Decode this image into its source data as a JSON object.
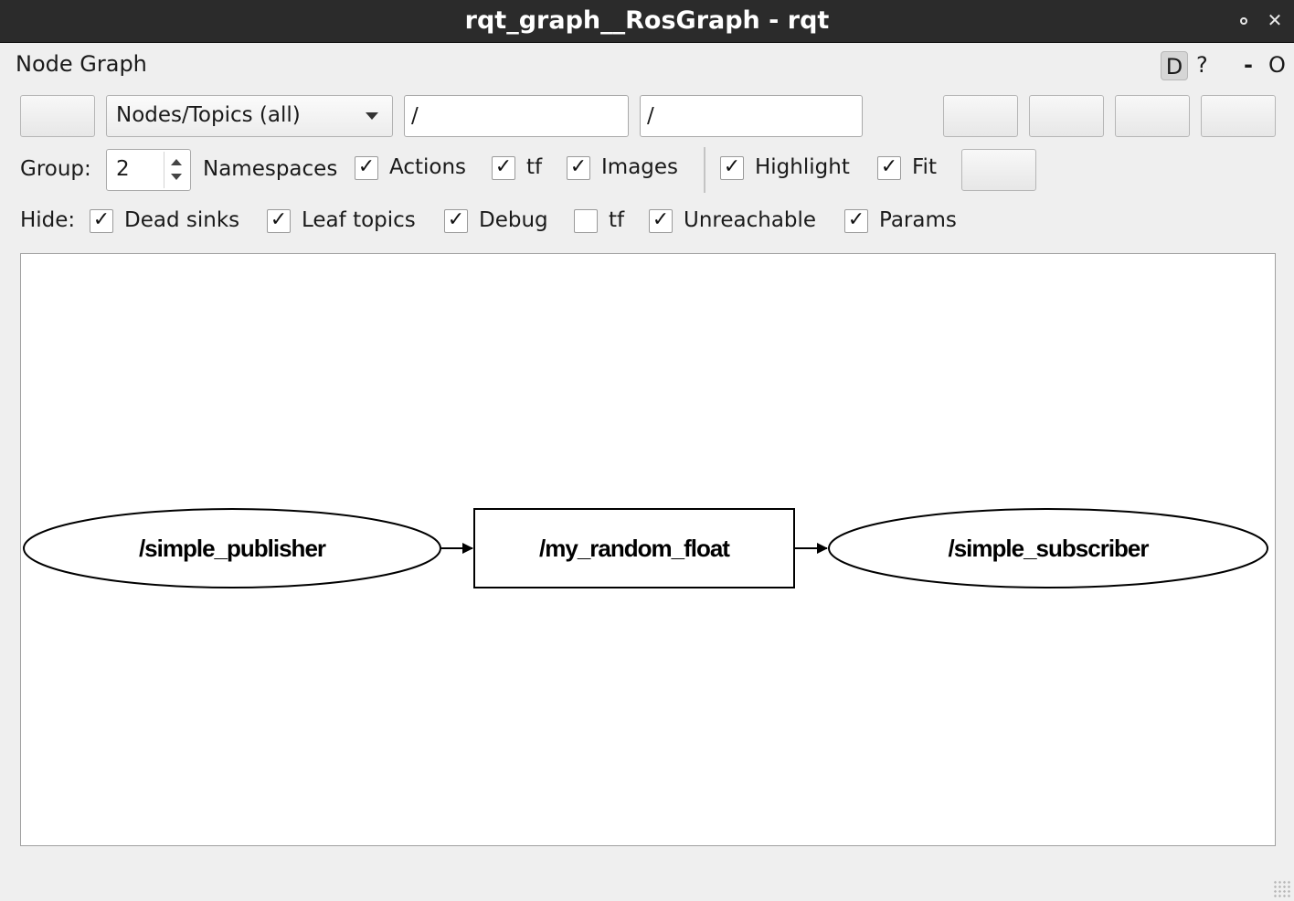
{
  "window": {
    "title": "rqt_graph__RosGraph - rqt"
  },
  "plugin": {
    "title": "Node Graph",
    "d_label": "D",
    "help_label": "?",
    "minimize_label": "-",
    "close_label": "O"
  },
  "toolbar": {
    "mode_value": "Nodes/Topics (all)",
    "filter_node": "/",
    "filter_topic": "/"
  },
  "options": {
    "group_label": "Group:",
    "group_value": "2",
    "namespaces_label": "Namespaces",
    "actions_label": "Actions",
    "tf_label": "tf",
    "images_label": "Images",
    "highlight_label": "Highlight",
    "fit_label": "Fit",
    "check_mark": "✓",
    "actions_checked": true,
    "tf_checked": true,
    "images_checked": true,
    "highlight_checked": true,
    "fit_checked": true
  },
  "hide": {
    "hide_label": "Hide:",
    "dead_sinks_label": "Dead sinks",
    "leaf_topics_label": "Leaf topics",
    "debug_label": "Debug",
    "tf_label": "tf",
    "unreachable_label": "Unreachable",
    "params_label": "Params",
    "dead_sinks_checked": true,
    "leaf_topics_checked": true,
    "debug_checked": true,
    "tf_checked": false,
    "unreachable_checked": true,
    "params_checked": true
  },
  "graph": {
    "nodes": [
      {
        "id": "simple_publisher",
        "label": "/simple_publisher",
        "shape": "ellipse"
      },
      {
        "id": "my_random_float",
        "label": "/my_random_float",
        "shape": "box"
      },
      {
        "id": "simple_subscriber",
        "label": "/simple_subscriber",
        "shape": "ellipse"
      }
    ],
    "edges": [
      {
        "from": "simple_publisher",
        "to": "my_random_float"
      },
      {
        "from": "my_random_float",
        "to": "simple_subscriber"
      }
    ]
  }
}
